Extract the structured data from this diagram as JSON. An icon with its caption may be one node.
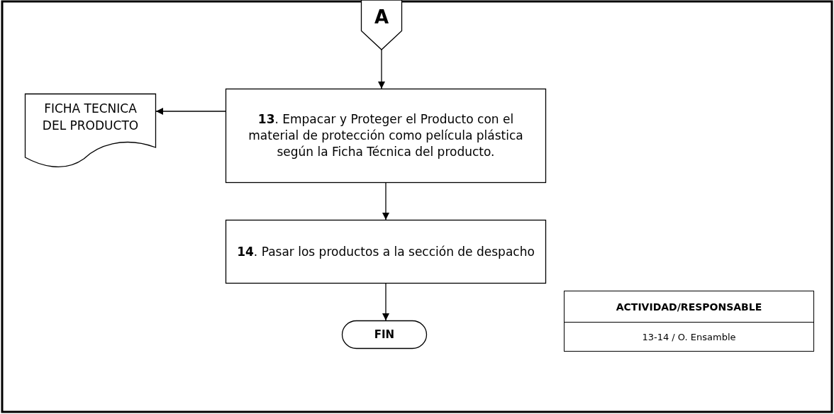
{
  "diagram": {
    "nodes": [
      {
        "text": [
          "A"
        ]
      },
      {
        "text": [
          "FICHA TECNICA DEL PRODUCTO"
        ]
      },
      {
        "text": [
          "**13**. Empacar y Proteger el Producto con el material de protección como película plástica según la Ficha Técnica del producto."
        ]
      },
      {
        "text": [
          "**14**. Pasar los productos a la sección de despacho"
        ]
      },
      {
        "text": [
          "FIN"
        ]
      }
    ],
    "edges": [
      {
        "from": 0,
        "to": 2,
        "arrow": "to"
      },
      {
        "from": 2,
        "to": 1,
        "arrow": "to"
      },
      {
        "from": 2,
        "to": 3,
        "arrow": "to"
      },
      {
        "from": 3,
        "to": 4,
        "arrow": "to"
      }
    ],
    "labels": [
      "ACTIVIDAD/RESPONSABLE",
      "13-14 / O. Ensamble"
    ]
  }
}
